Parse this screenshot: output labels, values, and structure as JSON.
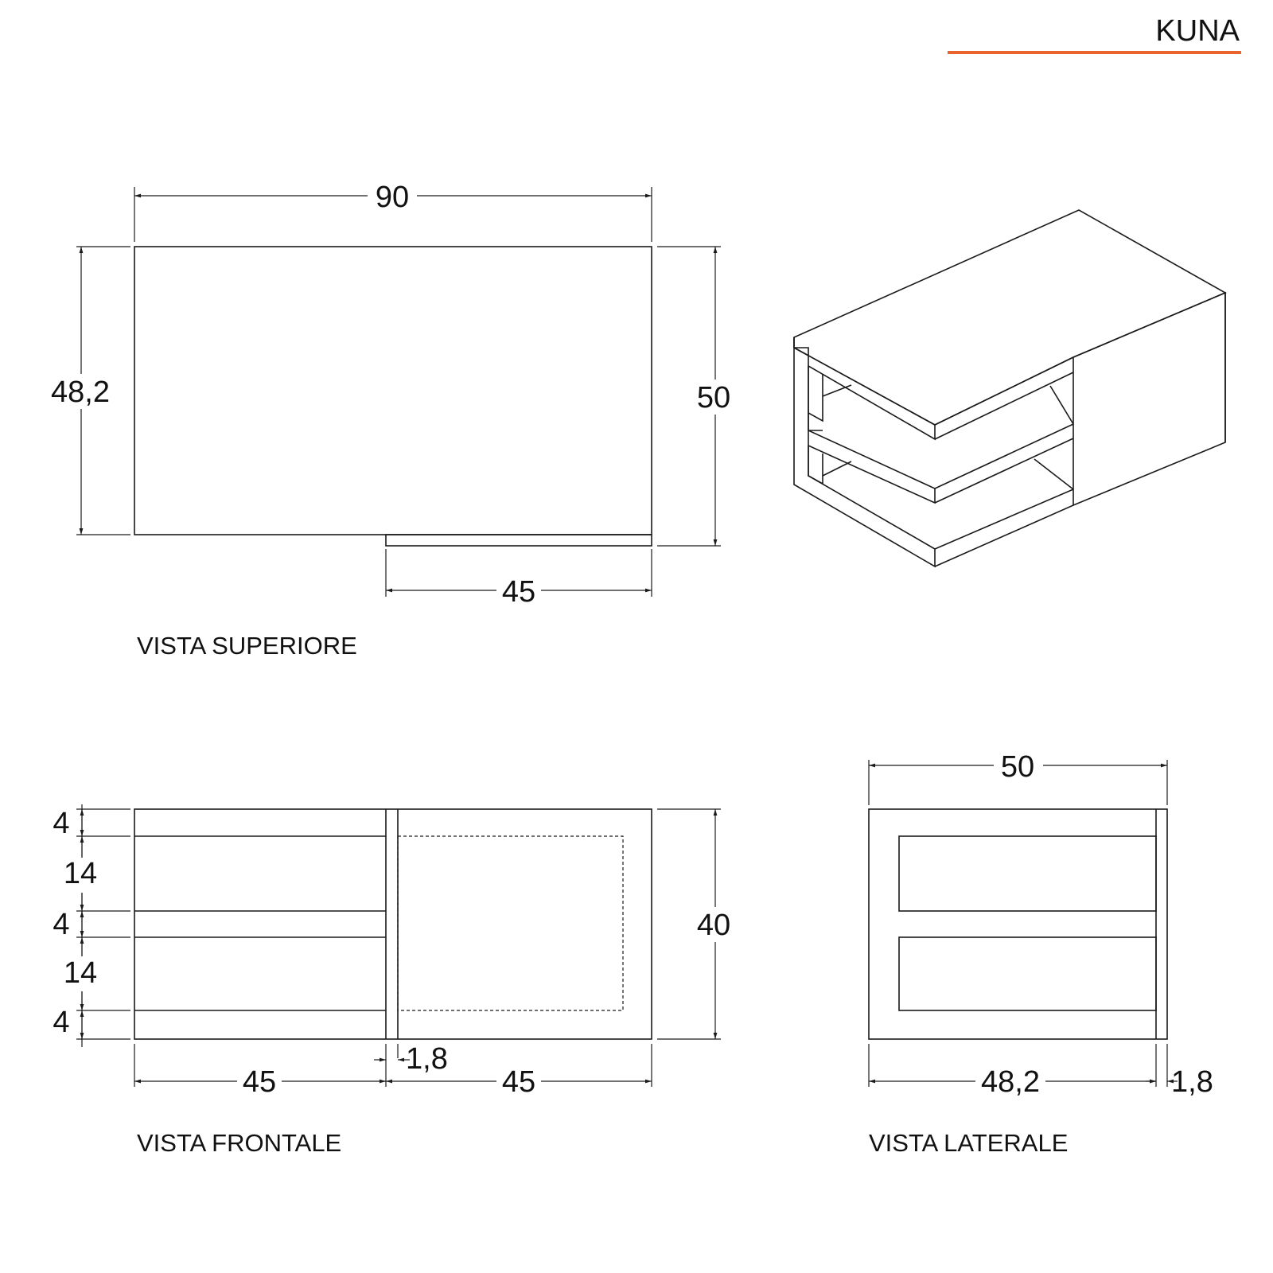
{
  "header": {
    "brand": "KUNA",
    "accent_color": "#e8642c"
  },
  "views": {
    "top": {
      "caption": "VISTA SUPERIORE",
      "dims": {
        "width": "90",
        "depth_left": "48,2",
        "depth_right": "50",
        "bottom_width": "45"
      }
    },
    "front": {
      "caption": "VISTA FRONTALE",
      "dims": {
        "heights": [
          "4",
          "14",
          "4",
          "14",
          "4"
        ],
        "total_height": "40",
        "left_width": "45",
        "right_width": "45",
        "panel": "1,8"
      }
    },
    "side": {
      "caption": "VISTA LATERALE",
      "dims": {
        "width": "50",
        "inner_width": "48,2",
        "panel": "1,8"
      }
    }
  },
  "icons": {
    "arrow": "dimension-arrow-icon"
  }
}
